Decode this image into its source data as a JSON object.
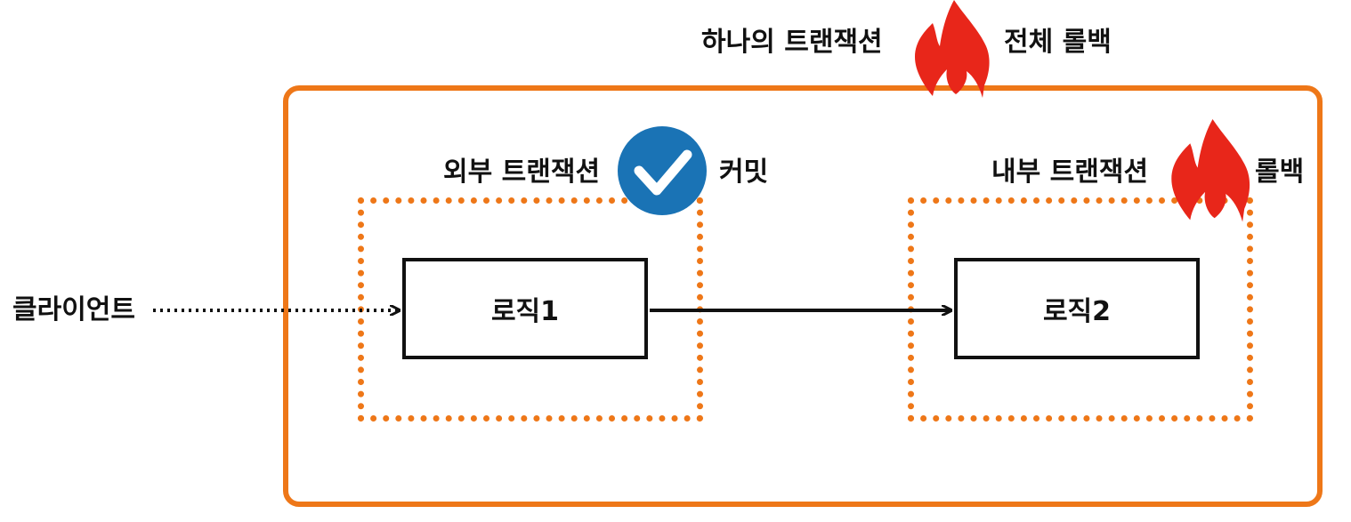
{
  "title_group": {
    "left_text": "하나의 트랜잭션",
    "right_text": "전체 롤백",
    "icon": "fire-icon"
  },
  "outer_transaction": {
    "label_left": "외부 트랜잭션",
    "label_right": "커밋",
    "icon": "checkmark-icon",
    "logic_label": "로직1"
  },
  "inner_transaction": {
    "label_left": "내부 트랜잭션",
    "label_right": "롤백",
    "icon": "fire-icon",
    "logic_label": "로직2"
  },
  "client_label": "클라이언트",
  "colors": {
    "outer_border": "#EE7718",
    "dotted_border": "#EE7718",
    "fire": "#E8261A",
    "check_circle": "#1A73B5",
    "text": "#111111"
  }
}
